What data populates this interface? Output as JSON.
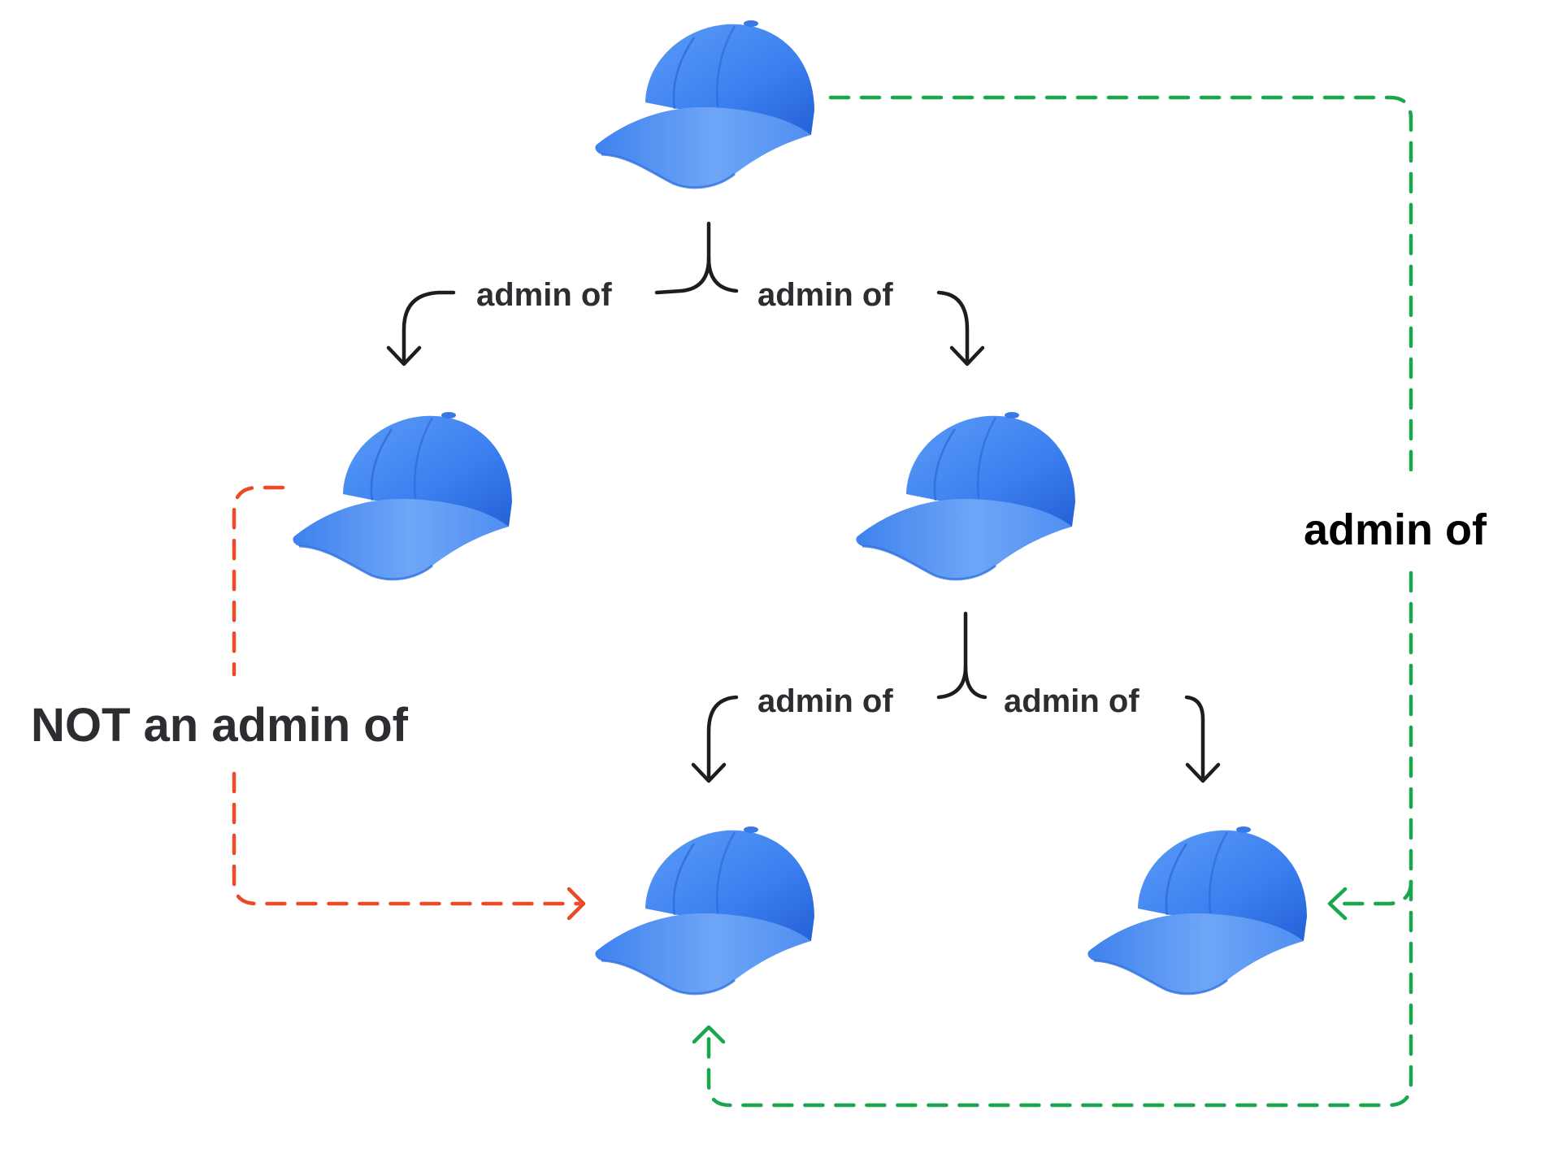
{
  "colors": {
    "cap": "#3b82f0",
    "cap_dark": "#2461d6",
    "cap_light": "#72aaf7",
    "allowed": "#1aa64e",
    "denied": "#ea4a27",
    "arrow": "#1d1d1f"
  },
  "nodes": [
    {
      "id": "top",
      "icon": "cap-icon"
    },
    {
      "id": "mid-left",
      "icon": "cap-icon"
    },
    {
      "id": "mid-right",
      "icon": "cap-icon"
    },
    {
      "id": "bottom-left",
      "icon": "cap-icon"
    },
    {
      "id": "bottom-right",
      "icon": "cap-icon"
    }
  ],
  "labels": {
    "top_to_mid_left": "admin of",
    "top_to_mid_right": "admin of",
    "mid_right_to_bottom_left": "admin of",
    "mid_right_to_bottom_right": "admin of",
    "top_transitive": "admin of",
    "not_admin": "NOT an admin of"
  }
}
